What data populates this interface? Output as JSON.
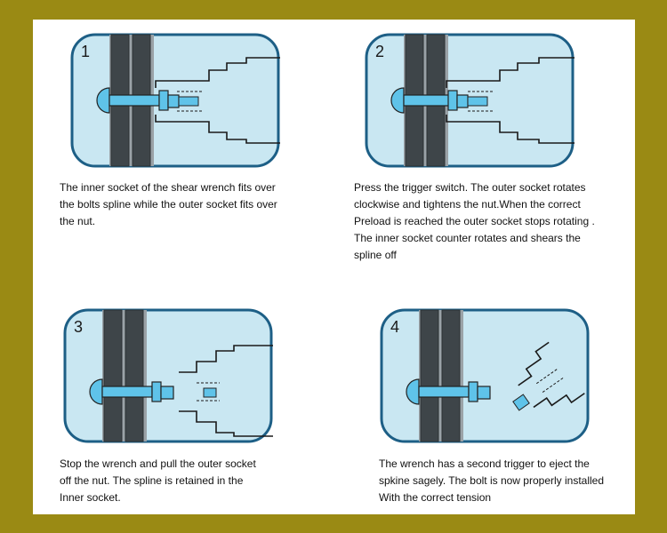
{
  "colors": {
    "outer_bg": "#9a8a14",
    "panel_fill": "#c9e7f2",
    "panel_border": "#1d5f86",
    "bolt_blue": "#5fc3e9",
    "plate_dark": "#3e4549"
  },
  "steps": [
    {
      "number": "1",
      "caption": [
        "The inner socket of the shear wrench fits over",
        "the bolts spline while the outer socket fits over",
        "the nut."
      ]
    },
    {
      "number": "2",
      "caption": [
        "Press the trigger switch. The outer socket rotates",
        "clockwise and tightens the nut.When  the correct",
        " Preload is reached the outer socket stops rotating .",
        "The inner socket counter rotates and shears the",
        "  spline off"
      ]
    },
    {
      "number": "3",
      "caption": [
        "Stop the wrench and pull the outer socket",
        "off the nut. The spline is retained in the",
        "Inner socket."
      ]
    },
    {
      "number": "4",
      "caption": [
        "The wrench has a second trigger to eject the",
        "spkine sagely. The bolt is now properly installed",
        " With the correct tension"
      ]
    }
  ]
}
